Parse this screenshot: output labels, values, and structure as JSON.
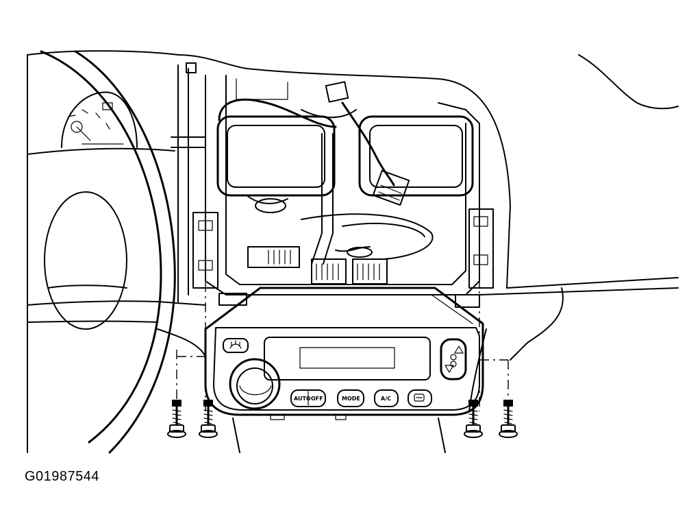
{
  "figure": {
    "id_label": "G01987544"
  },
  "control_panel": {
    "buttons": [
      {
        "label": "AUTO"
      },
      {
        "label": "OFF"
      },
      {
        "label": "MODE"
      },
      {
        "label": "A/C"
      }
    ],
    "icons": [
      "defrost-icon",
      "recirculation-icon",
      "fan-speed-icon",
      "rear-defrost-icon"
    ]
  },
  "colors": {
    "ink": "#000000",
    "paper": "#ffffff"
  }
}
